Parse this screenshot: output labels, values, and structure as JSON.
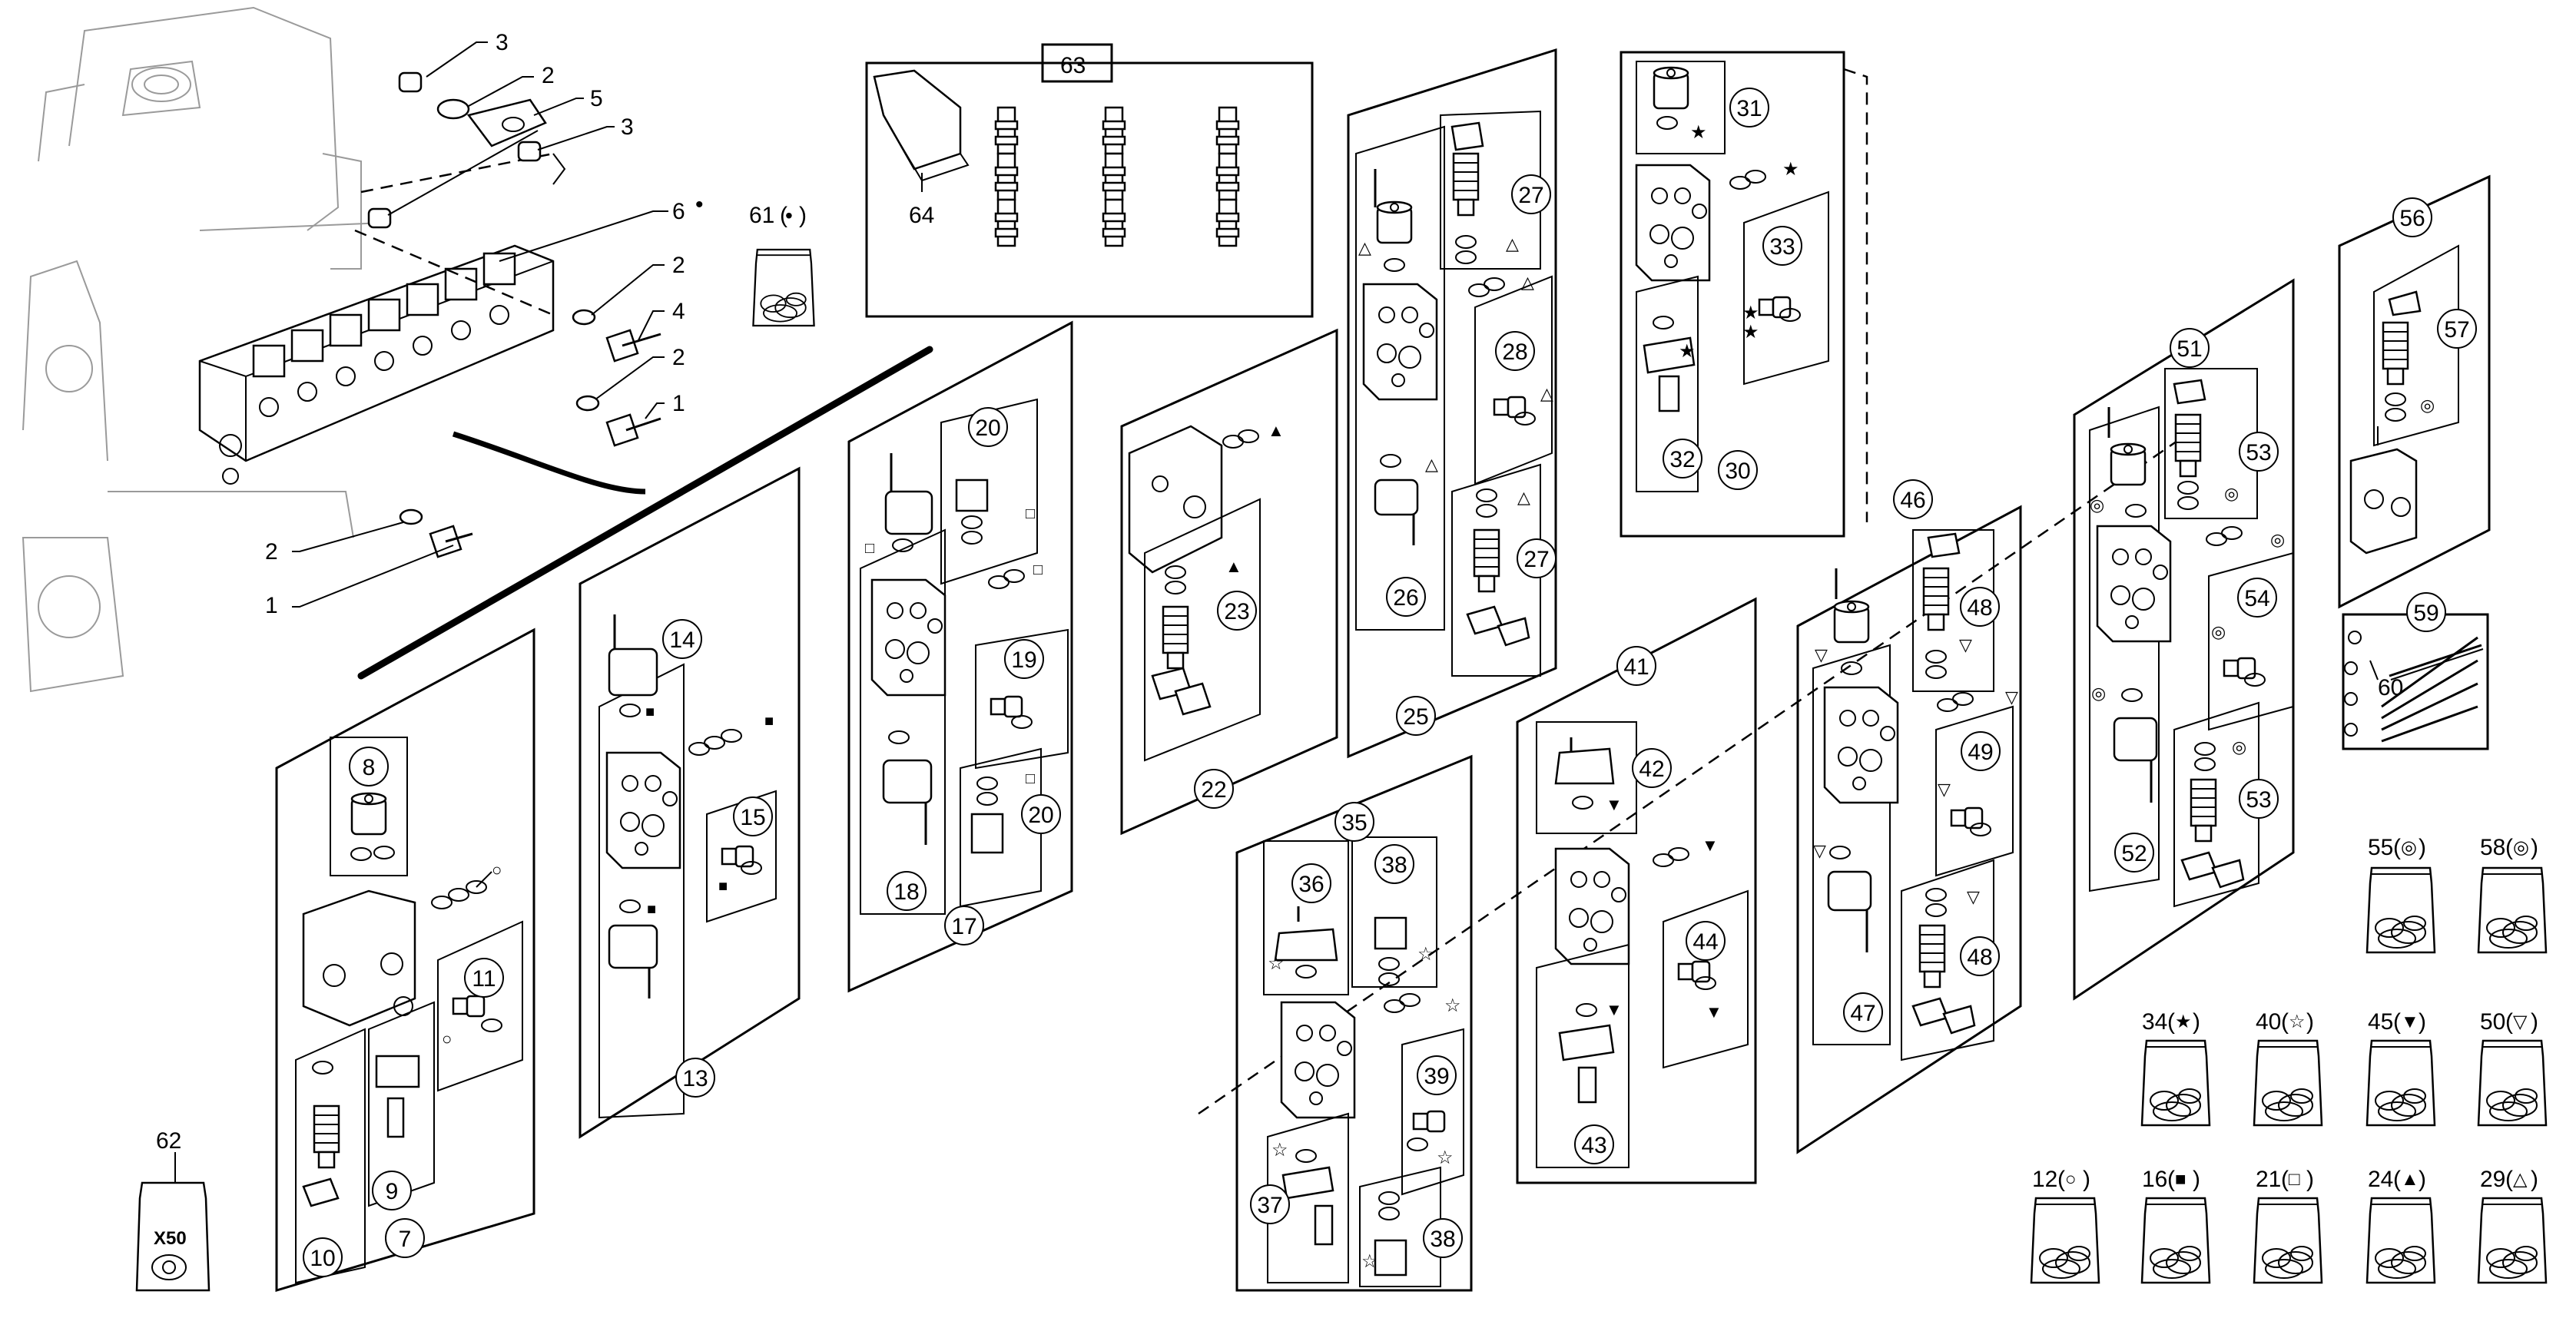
{
  "diagram": {
    "leader_labels": {
      "nut_top": "3",
      "washer_top": "2",
      "bracket": "5",
      "nut_mid": "3",
      "valve_block": "6",
      "washer_a": "2",
      "bolt_a": "4",
      "washer_b": "2",
      "bolt_b": "1",
      "washer_c": "2",
      "bolt_c": "1",
      "bag_61": "61",
      "bag_62": "62",
      "kit_62_text": "X50",
      "manual": "64",
      "box_63": "63"
    },
    "callouts": {
      "c7": "7",
      "c8": "8",
      "c9": "9",
      "c10": "10",
      "c11": "11",
      "c13": "13",
      "c14": "14",
      "c15": "15",
      "c17": "17",
      "c18": "18",
      "c19": "19",
      "c20a": "20",
      "c20b": "20",
      "c22": "22",
      "c23": "23",
      "c25": "25",
      "c26": "26",
      "c27a": "27",
      "c27b": "27",
      "c28": "28",
      "c30": "30",
      "c31": "31",
      "c32": "32",
      "c33": "33",
      "c35": "35",
      "c36": "36",
      "c37": "37",
      "c38a": "38",
      "c38b": "38",
      "c39": "39",
      "c41": "41",
      "c42": "42",
      "c43": "43",
      "c44": "44",
      "c46": "46",
      "c47": "47",
      "c48a": "48",
      "c48b": "48",
      "c49": "49",
      "c51": "51",
      "c52": "52",
      "c53a": "53",
      "c53b": "53",
      "c54": "54",
      "c56": "56",
      "c57": "57",
      "c59": "59",
      "c60": "60"
    },
    "kits": [
      {
        "number": "55",
        "symbol": "◎"
      },
      {
        "number": "58",
        "symbol": "◎"
      },
      {
        "number": "34",
        "symbol": "★"
      },
      {
        "number": "40",
        "symbol": "☆"
      },
      {
        "number": "45",
        "symbol": "▼"
      },
      {
        "number": "50",
        "symbol": "▽"
      },
      {
        "number": "12",
        "symbol": "○"
      },
      {
        "number": "16",
        "symbol": "■"
      },
      {
        "number": "21",
        "symbol": "□"
      },
      {
        "number": "24",
        "symbol": "▲"
      },
      {
        "number": "29",
        "symbol": "△"
      }
    ],
    "symbols": {
      "circle": "○",
      "filled_square": "■",
      "open_square": "□",
      "filled_triangle": "▲",
      "open_triangle": "△",
      "filled_star": "★",
      "open_star": "☆",
      "filled_down_triangle": "▼",
      "open_down_triangle": "▽",
      "spiral": "◎",
      "dot": "•"
    }
  }
}
